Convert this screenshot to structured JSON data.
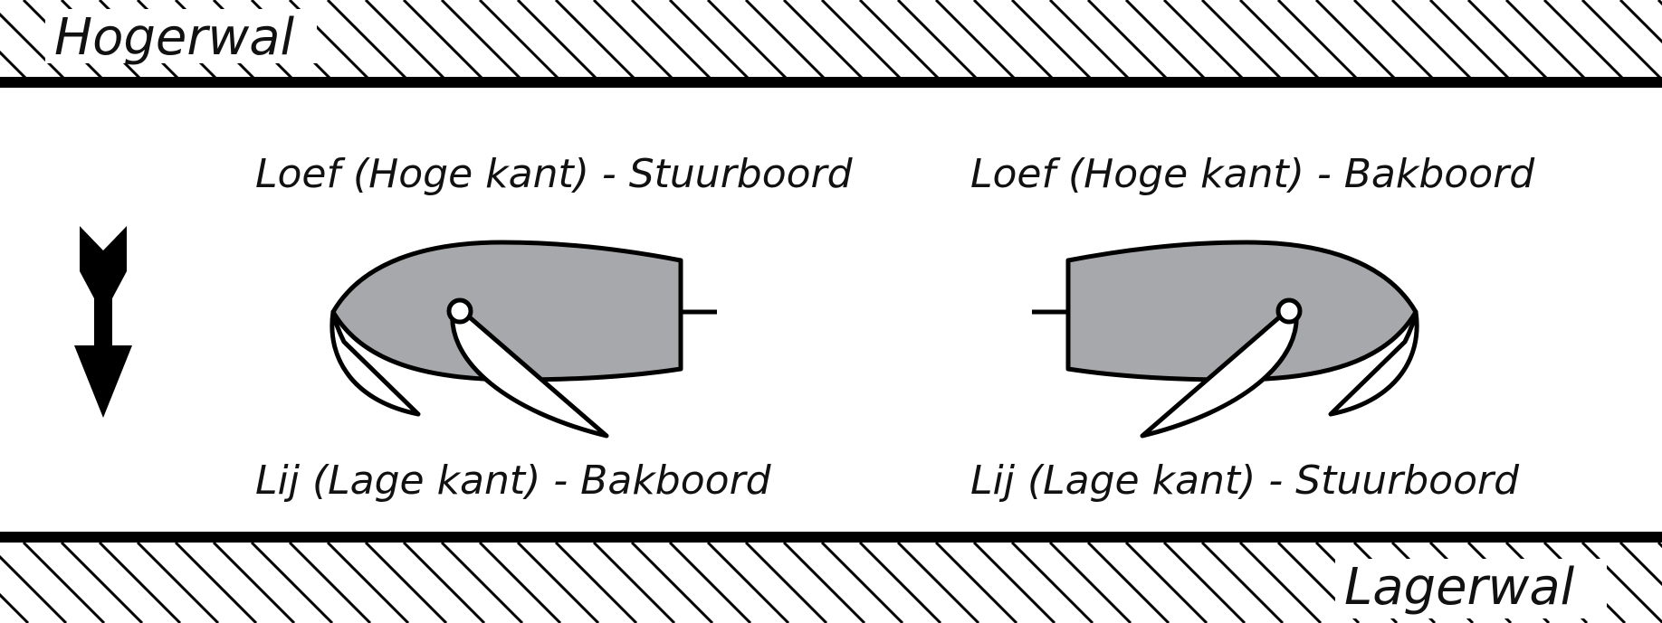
{
  "shores": {
    "top": "Hogerwal",
    "bottom": "Lagerwal"
  },
  "boats": {
    "left": {
      "windward": "Loef (Hoge kant) - Stuurboord",
      "leeward": "Lij (Lage kant) - Bakboord"
    },
    "right": {
      "windward": "Loef (Hoge kant) - Bakboord",
      "leeward": "Lij (Lage kant) - Stuurboord"
    }
  },
  "colors": {
    "hull": "#a7a8ab",
    "line": "#000000",
    "sail": "#ffffff"
  }
}
